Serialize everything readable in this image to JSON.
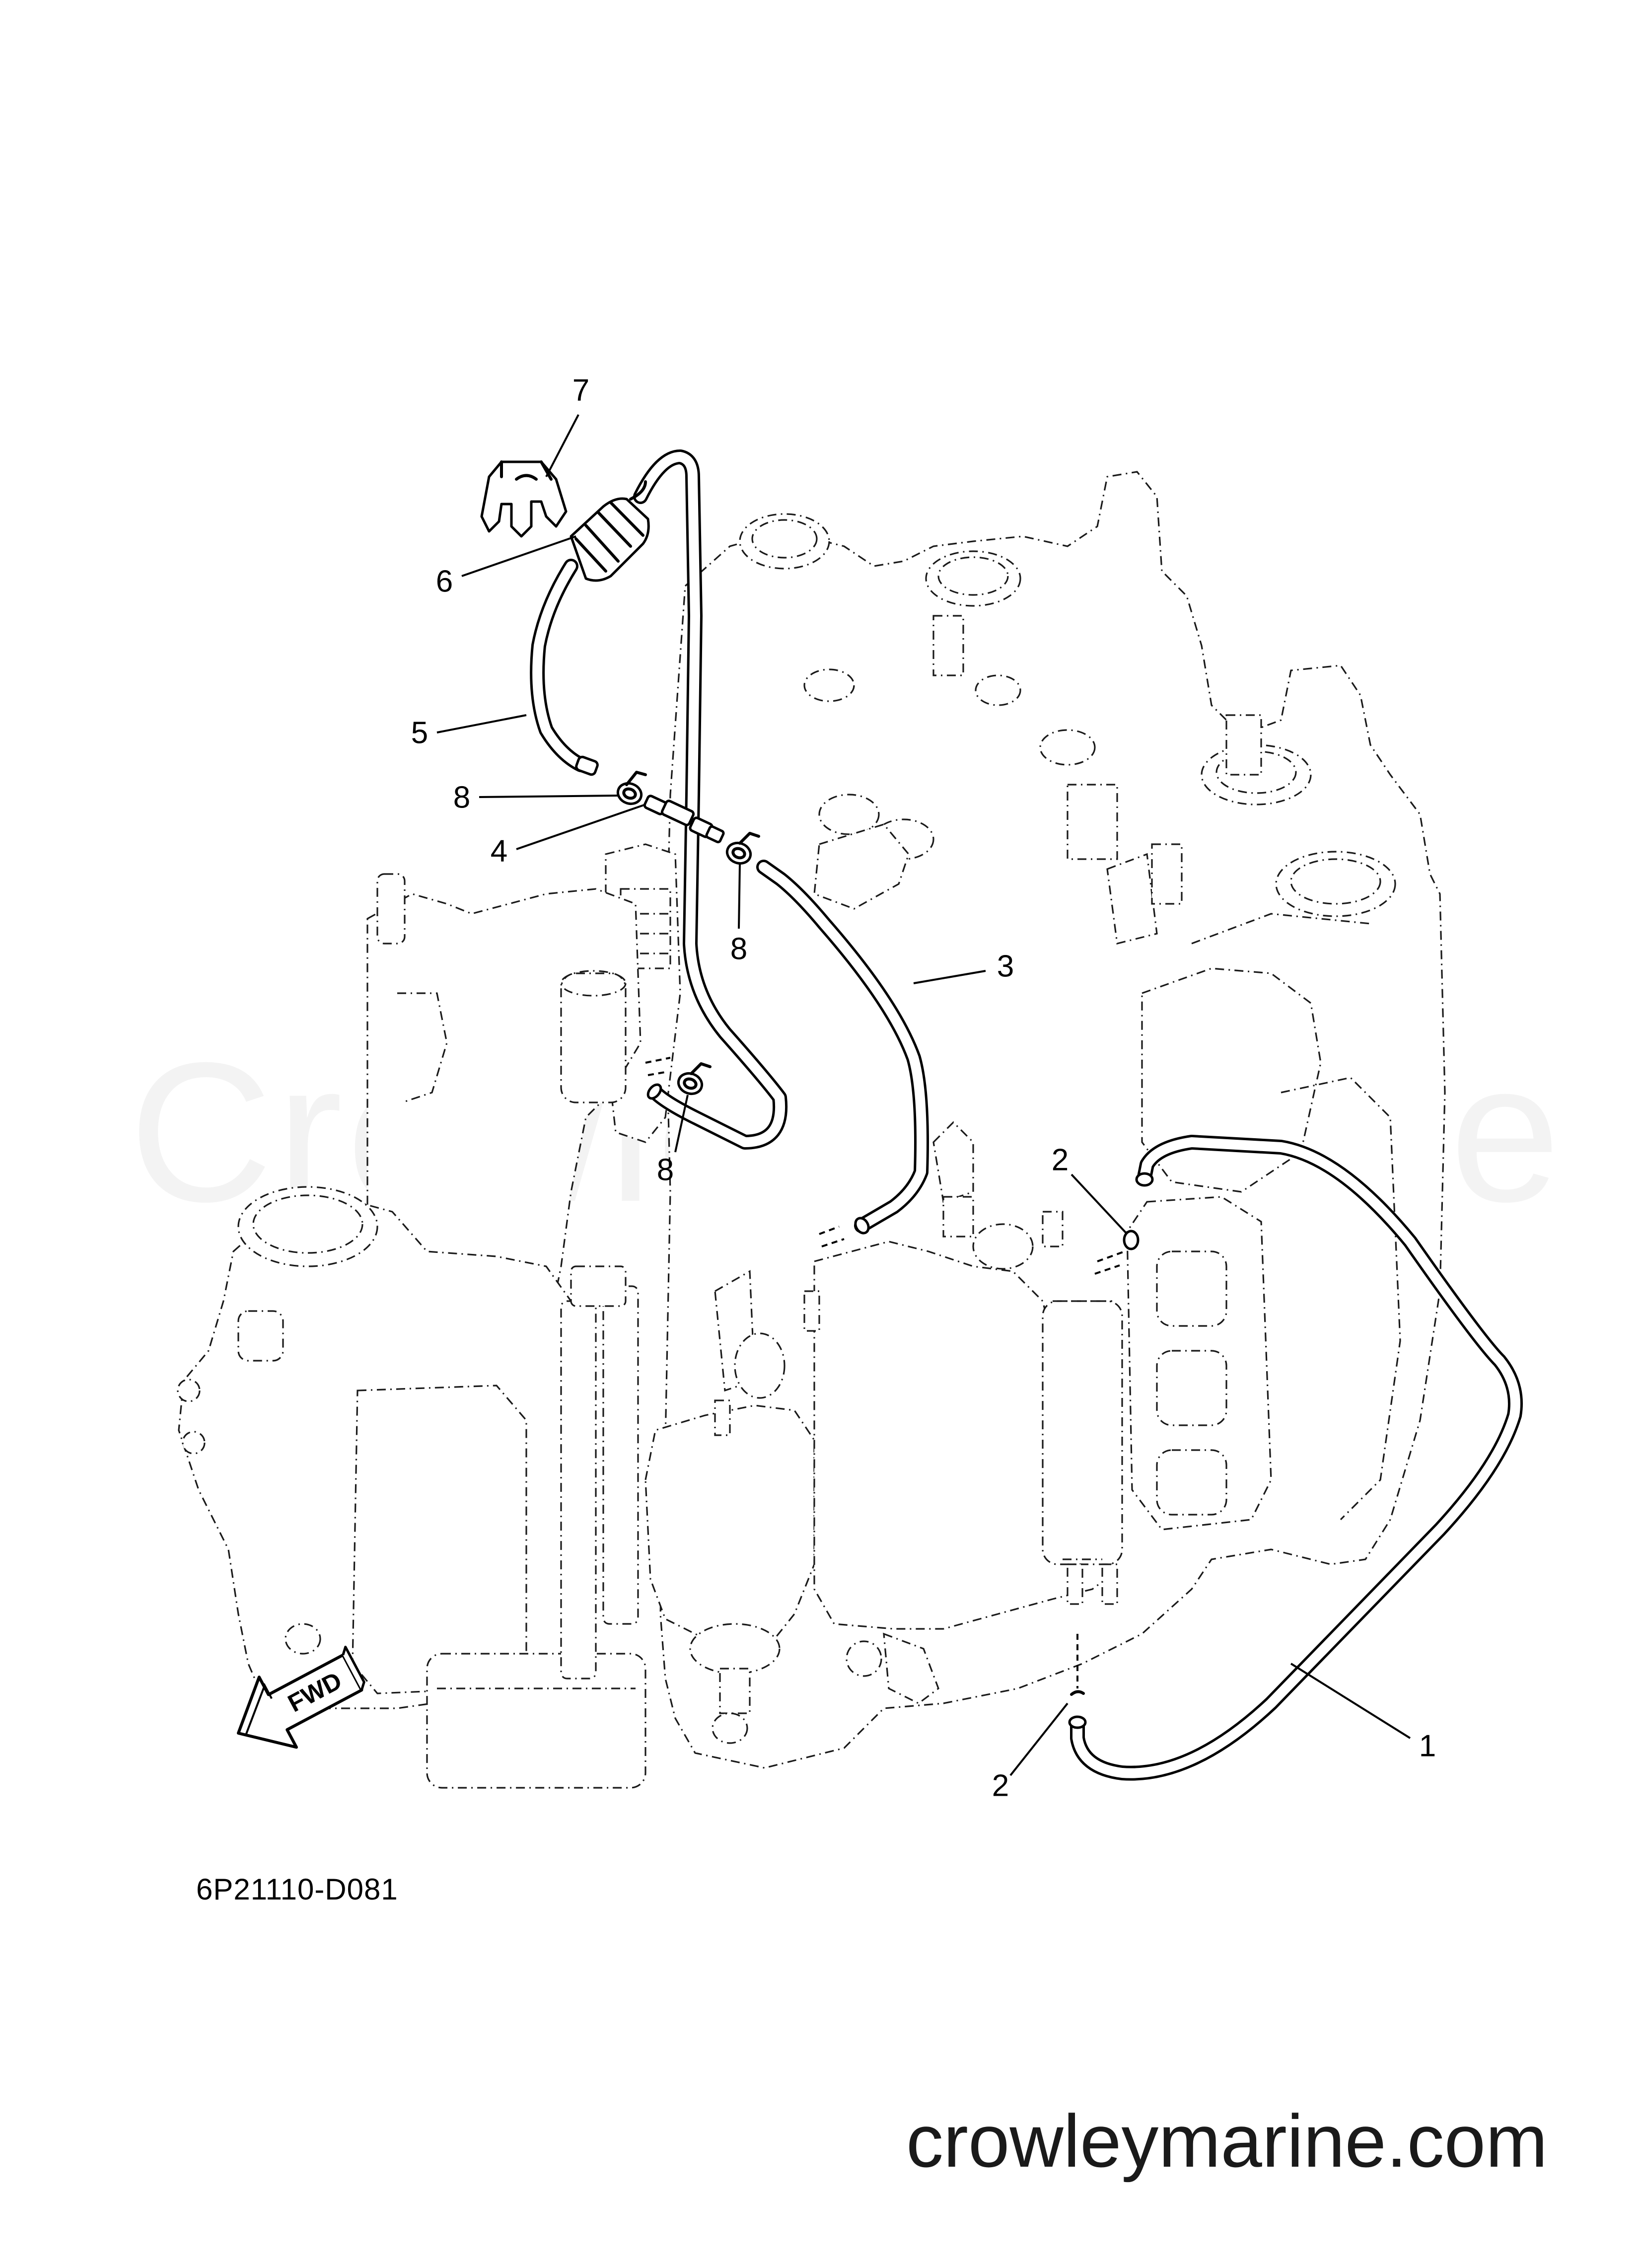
{
  "document": {
    "drawing_code": "6P21110-D081",
    "watermark_text": "Crowley Marine",
    "site_url": "crowleymarine.com"
  },
  "direction_marker": {
    "label": "FWD",
    "icon": "forward-arrow-icon"
  },
  "callouts": [
    {
      "id": "c1",
      "number": "1"
    },
    {
      "id": "c2a",
      "number": "2"
    },
    {
      "id": "c2b",
      "number": "2"
    },
    {
      "id": "c3",
      "number": "3"
    },
    {
      "id": "c4",
      "number": "4"
    },
    {
      "id": "c5",
      "number": "5"
    },
    {
      "id": "c6",
      "number": "6"
    },
    {
      "id": "c7",
      "number": "7"
    },
    {
      "id": "c8a",
      "number": "8"
    },
    {
      "id": "c8b",
      "number": "8"
    },
    {
      "id": "c8c",
      "number": "8"
    }
  ],
  "colors": {
    "line": "#000000",
    "background": "#ffffff",
    "watermark": "#000000"
  }
}
